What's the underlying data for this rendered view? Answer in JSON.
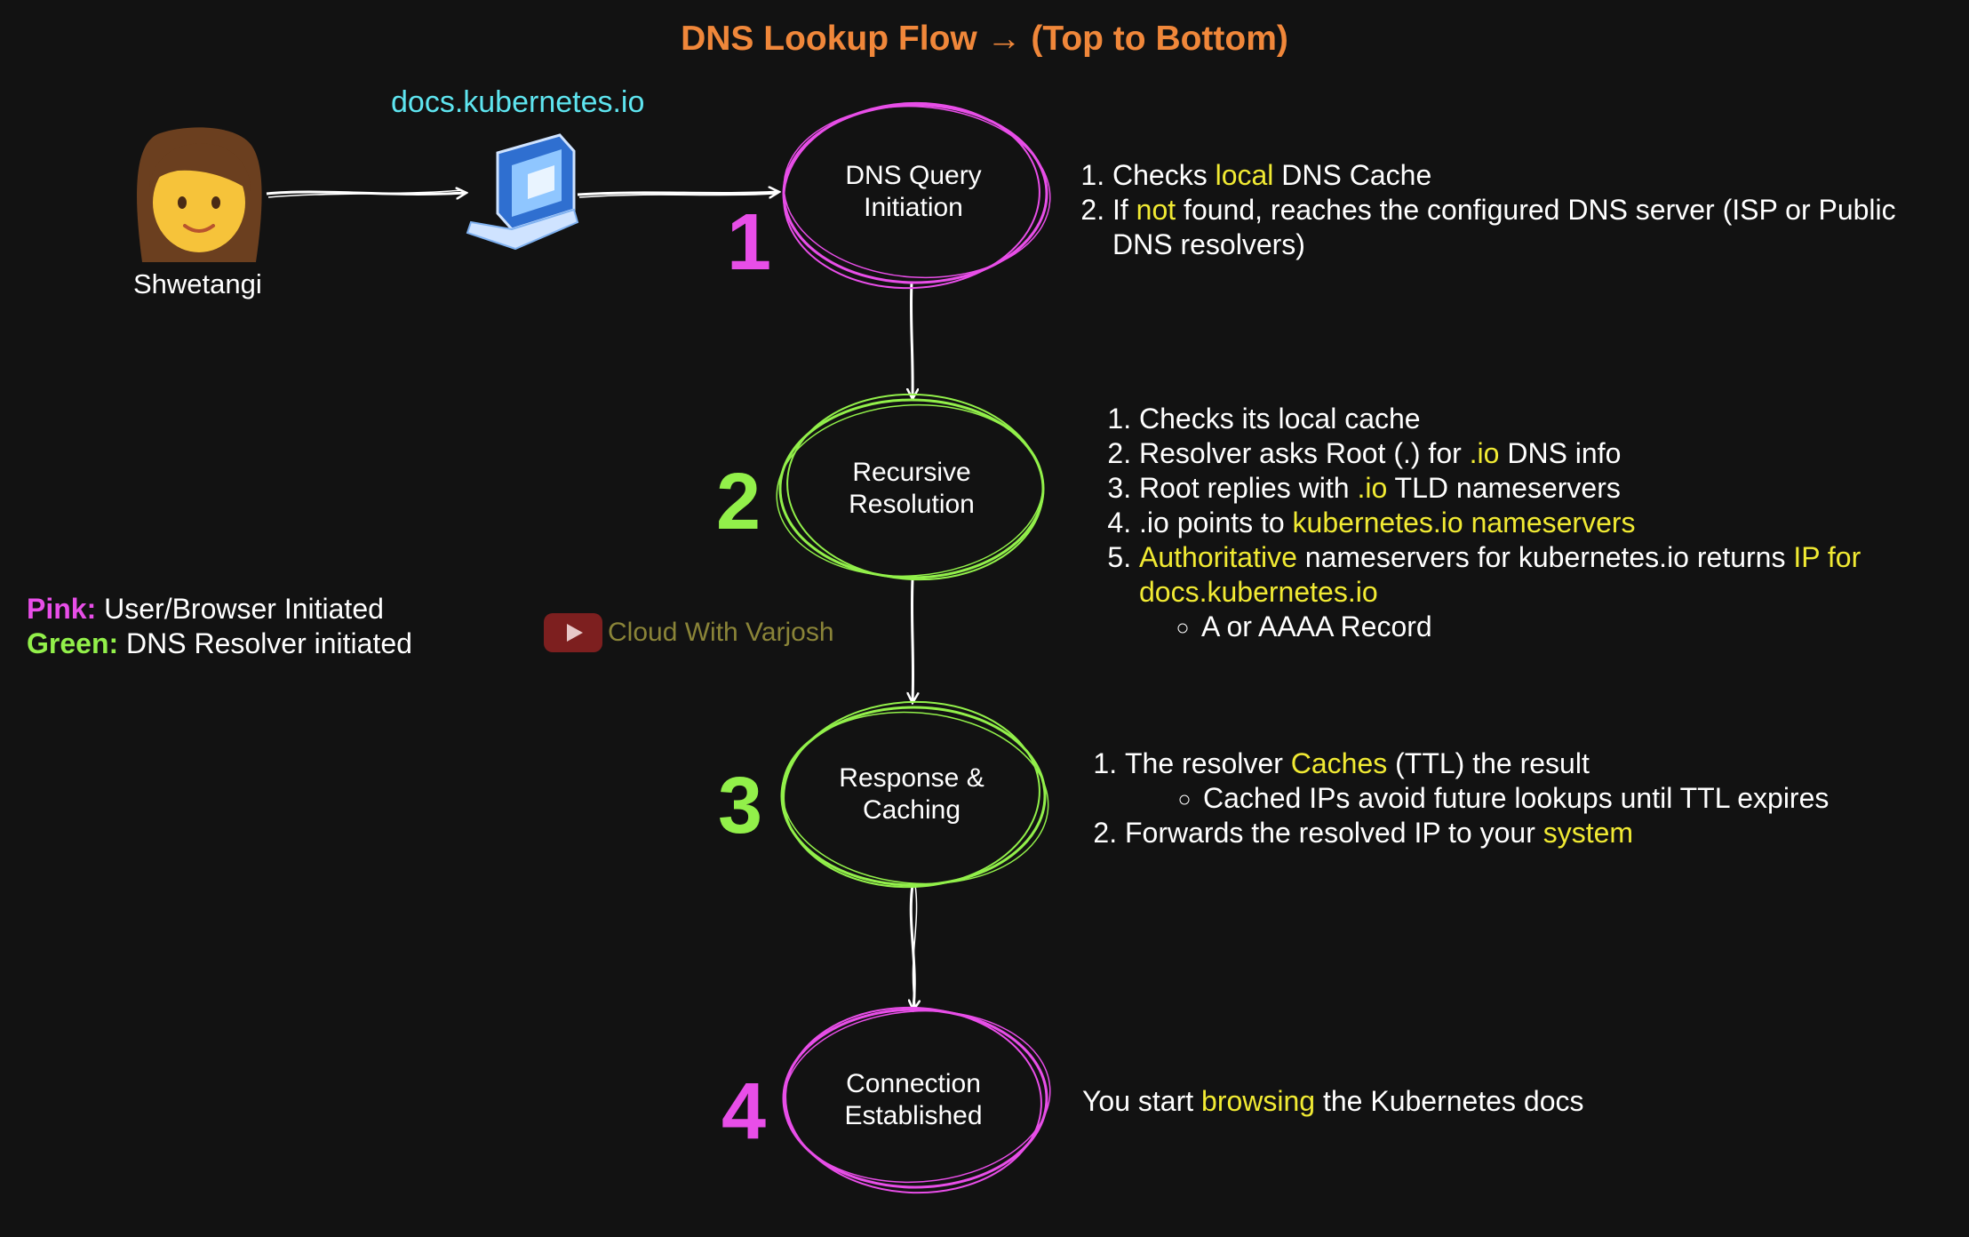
{
  "title": "DNS Lookup Flow → (Top to Bottom)",
  "domain": "docs.kubernetes.io",
  "user": {
    "name": "Shwetangi",
    "icon": "woman-emoji-icon"
  },
  "device_icon": "laptop-icon",
  "colors": {
    "pink": "#e84ee8",
    "green": "#92f04a",
    "title": "#f0873a",
    "domain": "#5ee5f0",
    "highlight": "#f1ea33",
    "background": "#121212"
  },
  "steps": [
    {
      "number": "1",
      "label_lines": [
        "DNS Query",
        "Initiation"
      ],
      "color": "pink",
      "notes": [
        [
          "1. ",
          "Checks ",
          {
            "hl": "local"
          },
          " DNS Cache"
        ],
        [
          "2. ",
          "If ",
          {
            "hl": "not"
          },
          " found, reaches the configured DNS server (ISP or"
        ],
        [
          "",
          "Public DNS resolvers)"
        ]
      ]
    },
    {
      "number": "2",
      "label_lines": [
        "Recursive",
        "Resolution"
      ],
      "color": "green"
    },
    {
      "number": "3",
      "label_lines": [
        "Response &",
        "Caching"
      ],
      "color": "green"
    },
    {
      "number": "4",
      "label_lines": [
        "Connection",
        "Established"
      ],
      "color": "pink"
    }
  ],
  "notes1": {
    "l1_a": "Checks ",
    "l1_hl": "local",
    "l1_b": " DNS Cache",
    "l2_a": "If ",
    "l2_hl": "not",
    "l2_b": " found, reaches the configured DNS server (ISP or Public DNS resolvers)"
  },
  "notes2": {
    "l1": "Checks its local cache",
    "l2_a": "Resolver asks Root (.) for ",
    "l2_hl": ".io",
    "l2_b": " DNS info",
    "l3_a": "Root replies with ",
    "l3_hl": ".io",
    "l3_b": " TLD nameservers",
    "l4_a": ".io points to ",
    "l4_hl": "kubernetes.io nameservers",
    "l5_hl1": "Authoritative",
    "l5_b": " nameservers for kubernetes.io returns ",
    "l5_hl2": "IP for docs.kubernetes.io",
    "sub": "A or AAAA Record"
  },
  "notes3": {
    "l1_a": "The resolver ",
    "l1_hl": "Caches",
    "l1_b": " (TTL) the result",
    "sub": "Cached IPs avoid future lookups until TTL expires",
    "l2_a": "Forwards the resolved IP to your ",
    "l2_hl": "system"
  },
  "notes4": {
    "a": "You start ",
    "hl": "browsing",
    "b": " the Kubernetes docs"
  },
  "legend": {
    "pink_key": "Pink:",
    "pink_text": " User/Browser Initiated",
    "green_key": "Green:",
    "green_text": " DNS Resolver initiated"
  },
  "watermark": {
    "text": "Cloud With Varjosh",
    "icon": "youtube-play-icon"
  }
}
